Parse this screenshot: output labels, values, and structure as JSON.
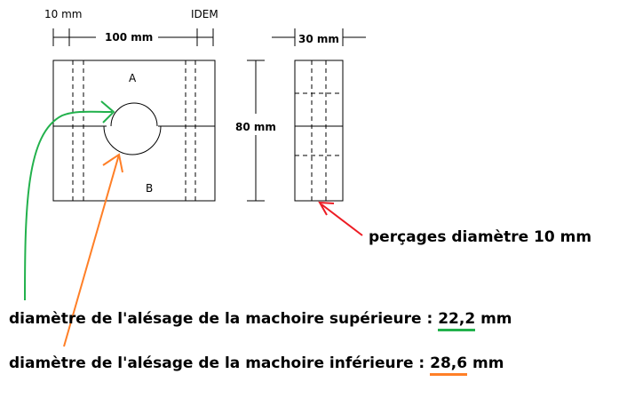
{
  "dimensions": {
    "left_hole": "10 mm",
    "width": "100 mm",
    "right_hole": "IDEM",
    "depth": "30 mm",
    "height": "80 mm"
  },
  "parts": {
    "upper": "A",
    "lower": "B"
  },
  "notes": {
    "drilling": "perçages diamètre 10 mm",
    "upper_label": "diamètre de l'alésage de la machoire supérieure : ",
    "upper_value": "22,2",
    "upper_unit": " mm",
    "lower_label": "diamètre de l'alésage de la machoire inférieure : ",
    "lower_value": "28,6",
    "lower_unit": " mm"
  },
  "colors": {
    "green_arrow": "#22b14c",
    "orange_arrow": "#ff7f27",
    "red_arrow": "#ed1c24"
  }
}
